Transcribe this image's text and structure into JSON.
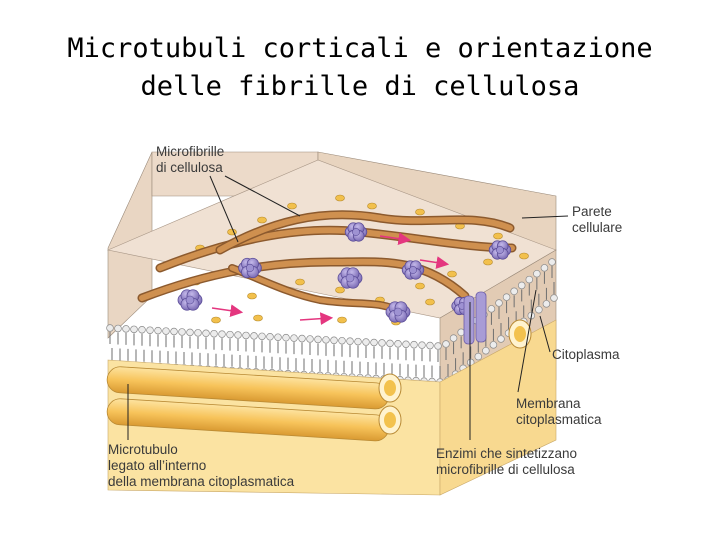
{
  "title": {
    "line1": "Microtubuli corticali e orientazione",
    "line2": "delle fibrille di cellulosa"
  },
  "labels": {
    "microfibrille": [
      "Microfibrille",
      "di cellulosa"
    ],
    "parete": [
      "Parete",
      "cellulare"
    ],
    "citoplasma": [
      "Citoplasma"
    ],
    "membrana": [
      "Membrana",
      "citoplasmatica"
    ],
    "enzimi": [
      "Enzimi che sintetizzano",
      "microfibrille di cellulosa"
    ],
    "microtubulo": [
      "Microtubulo",
      "legato all’interno",
      "della membrana citoplasmatica"
    ]
  },
  "colors": {
    "wall": "#eedccb",
    "wall_side": "#e5cdb6",
    "cytoplasm": "#fbe3a2",
    "membrane_head": "#e6e6e6",
    "membrane_tail": "#7a7a7a",
    "microtubule": "#f6c255",
    "fibril": "#c8884e",
    "enzyme": "#8d7fc1",
    "arrow": "#e4367f",
    "granule": "#f2c04c",
    "leader": "#222222"
  }
}
